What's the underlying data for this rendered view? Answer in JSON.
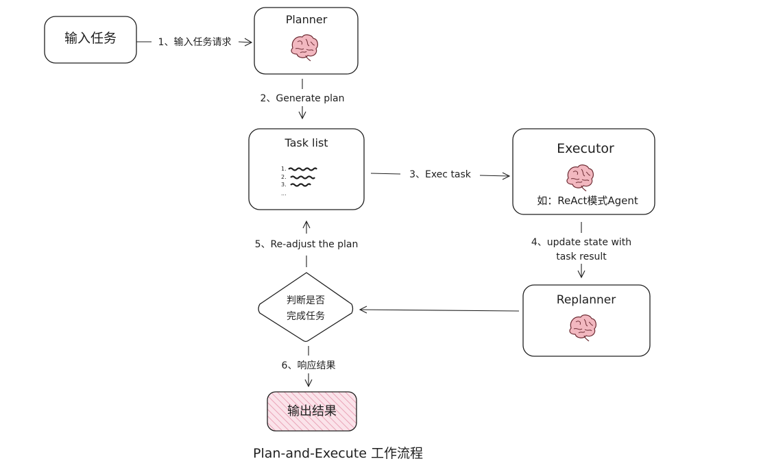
{
  "diagram": {
    "nodes": {
      "input": {
        "label": "输入任务"
      },
      "planner": {
        "label": "Planner",
        "icon": "brain-icon"
      },
      "tasklist": {
        "label": "Task list",
        "items": [
          "1.",
          "2.",
          "3.",
          "..."
        ]
      },
      "executor": {
        "label": "Executor",
        "icon": "brain-icon",
        "note": "如：ReAct模式Agent"
      },
      "replanner": {
        "label": "Replanner",
        "icon": "brain-icon"
      },
      "decision": {
        "line1": "判断是否",
        "line2": "完成任务"
      },
      "output": {
        "label": "输出结果"
      }
    },
    "edges": {
      "e1": {
        "label": "1、输入任务请求"
      },
      "e2": {
        "label": "2、Generate plan"
      },
      "e3": {
        "label": "3、Exec task"
      },
      "e4": {
        "line1": "4、update state with",
        "line2": "task result"
      },
      "e5": {
        "label": "5、Re-adjust the plan"
      },
      "e6": {
        "label": "6、响应结果"
      }
    },
    "caption": "Plan-and-Execute 工作流程",
    "colors": {
      "stroke": "#1e1e1e",
      "output_fill": "#fbe3ea",
      "output_hatch": "#e9a3b7",
      "brain": "#f2b8c0"
    }
  }
}
